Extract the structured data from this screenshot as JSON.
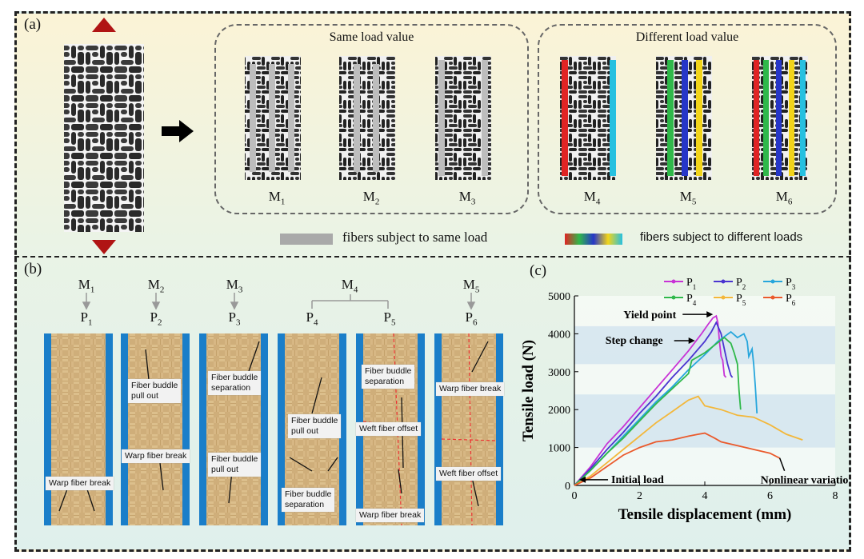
{
  "panels": {
    "a": "(a)",
    "b": "(b)",
    "c": "(c)"
  },
  "panel_a": {
    "same_title": "Same load value",
    "diff_title": "Different load value",
    "models": [
      "M1",
      "M2",
      "M3",
      "M4",
      "M5",
      "M6"
    ],
    "legend_same": "fibers subject to same load",
    "legend_diff": "fibers subject to different loads"
  },
  "panel_b": {
    "map": [
      {
        "m": "M1",
        "p": "P1"
      },
      {
        "m": "M2",
        "p": "P2"
      },
      {
        "m": "M3",
        "p": "P3"
      },
      {
        "m": "M4",
        "p": "P4"
      },
      {
        "m": "M4",
        "p": "P5"
      },
      {
        "m": "M5",
        "p": "P6"
      }
    ],
    "notes": {
      "p1_warp_break": "Warp fiber break",
      "p2_pull_out_1": "Fiber buddle",
      "p2_pull_out_2": "pull out",
      "p2_warp_break": "Warp fiber break",
      "p3_sep_1": "Fiber buddle",
      "p3_sep_2": "separation",
      "p3_pull_1": "Fiber buddle",
      "p3_pull_2": "pull out",
      "p4_pull_1": "Fiber buddle",
      "p4_pull_2": "pull out",
      "p4_sep_1": "Fiber buddle",
      "p4_sep_2": "separation",
      "p5_sep_1": "Fiber buddle",
      "p5_sep_2": "separation",
      "p5_weft_offset": "Weft fiber offset",
      "p5_warp_break": "Warp fiber break",
      "p6_warp_break": "Warp fiber break",
      "p6_weft_offset": "Weft fiber offset"
    }
  },
  "colors": {
    "P1": "#c832d6",
    "P2": "#4a34d0",
    "P3": "#27a6dc",
    "P4": "#2fb84a",
    "P5": "#f3b73a",
    "P6": "#ea5a2c",
    "arrow_red": "#b01414",
    "blue_tape": "#1a7ec9"
  },
  "chart_data": {
    "type": "line",
    "xlabel": "Tensile displacement (mm)",
    "ylabel": "Tensile load (N)",
    "xlim": [
      0,
      8
    ],
    "ylim": [
      0,
      5000
    ],
    "xticks": [
      0,
      2,
      4,
      6,
      8
    ],
    "yticks": [
      0,
      1000,
      2000,
      3000,
      4000,
      5000
    ],
    "legend_position": "top-right",
    "bands": [
      [
        1000,
        2400
      ],
      [
        3200,
        4200
      ]
    ],
    "series": [
      {
        "name": "P1",
        "x": [
          0,
          0.5,
          1,
          1.5,
          2,
          2.5,
          3,
          3.5,
          3.9,
          4.1,
          4.25,
          4.35,
          4.4,
          4.45,
          4.5,
          4.55,
          4.6,
          4.65
        ],
        "y": [
          0,
          500,
          1100,
          1550,
          2050,
          2550,
          3050,
          3550,
          4000,
          4250,
          4420,
          4470,
          4300,
          3800,
          3400,
          3300,
          2900,
          2850
        ]
      },
      {
        "name": "P2",
        "x": [
          0,
          0.5,
          1,
          1.5,
          2,
          2.5,
          3,
          3.5,
          4,
          4.2,
          4.35,
          4.5,
          4.6,
          4.7,
          4.8,
          4.85
        ],
        "y": [
          0,
          450,
          950,
          1400,
          1900,
          2350,
          2850,
          3300,
          3800,
          4050,
          4300,
          4000,
          3600,
          3200,
          2900,
          2850
        ]
      },
      {
        "name": "P3",
        "x": [
          0,
          0.5,
          1,
          1.5,
          2,
          2.5,
          3,
          3.5,
          4,
          4.4,
          4.8,
          5,
          5.2,
          5.3,
          5.35,
          5.45,
          5.5,
          5.55,
          5.6
        ],
        "y": [
          0,
          400,
          850,
          1300,
          1750,
          2200,
          2600,
          3050,
          3450,
          3800,
          4050,
          3900,
          4000,
          3800,
          3400,
          3600,
          3200,
          2600,
          1900
        ]
      },
      {
        "name": "P4",
        "x": [
          0,
          0.5,
          1,
          1.5,
          2,
          2.5,
          3,
          3.5,
          3.6,
          4,
          4.3,
          4.6,
          4.8,
          4.9,
          5,
          5.05,
          5.1
        ],
        "y": [
          0,
          400,
          850,
          1250,
          1700,
          2150,
          2550,
          2950,
          3300,
          3500,
          3700,
          3900,
          3750,
          3500,
          3200,
          2500,
          2000
        ]
      },
      {
        "name": "P5",
        "x": [
          0,
          0.5,
          1,
          1.5,
          2,
          2.5,
          3,
          3.5,
          3.8,
          4,
          4.5,
          5,
          5.5,
          6,
          6.5,
          7
        ],
        "y": [
          0,
          250,
          600,
          950,
          1300,
          1650,
          1950,
          2250,
          2350,
          2100,
          2000,
          1850,
          1800,
          1600,
          1350,
          1200
        ]
      },
      {
        "name": "P6",
        "x": [
          0,
          0.5,
          1,
          1.5,
          2,
          2.5,
          3,
          3.5,
          3.8,
          4,
          4.3,
          4.5,
          5,
          5.5,
          6,
          6.3
        ],
        "y": [
          0,
          200,
          500,
          800,
          1000,
          1150,
          1200,
          1300,
          1350,
          1380,
          1250,
          1150,
          1050,
          950,
          850,
          720
        ]
      }
    ],
    "annotations": [
      {
        "text": "Yield point",
        "x": 4.35,
        "y": 4470
      },
      {
        "text": "Step change",
        "x": 3.6,
        "y": 3650
      },
      {
        "text": "Initial load",
        "x": 0.05,
        "y": 150
      },
      {
        "text": "Nonlinear variation",
        "x": 6.2,
        "y": 850
      }
    ]
  }
}
